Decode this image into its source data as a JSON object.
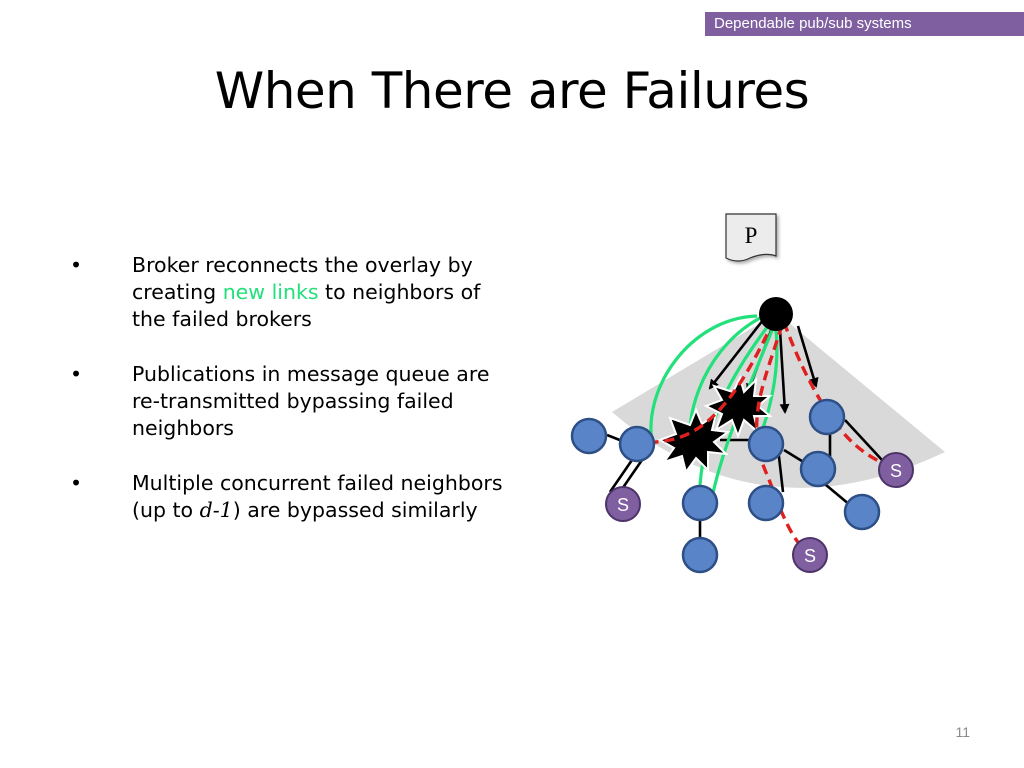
{
  "header": {
    "tag": "Dependable pub/sub systems"
  },
  "slide": {
    "title": "When There are Failures",
    "page_number": "11"
  },
  "bullets": [
    {
      "pre": "Broker reconnects the overlay by creating ",
      "highlight": "new links",
      "post": " to neighbors of the failed brokers"
    },
    {
      "text": "Publications in message queue are re-transmitted bypassing failed neighbors"
    },
    {
      "pre": "Multiple concurrent failed neighbors (up to ",
      "italic": "d-1",
      "post": ") are bypassed similarly"
    }
  ],
  "diagram": {
    "publisher_label": "P",
    "subscriber_label": "S"
  },
  "colors": {
    "header_bg": "#7f5fa0",
    "new_link": "#22e07a",
    "node_fill": "#5a84c8",
    "subscriber_fill": "#7f5fa0",
    "retransmit": "#e0201e",
    "coverage": "#d9d9d9"
  }
}
